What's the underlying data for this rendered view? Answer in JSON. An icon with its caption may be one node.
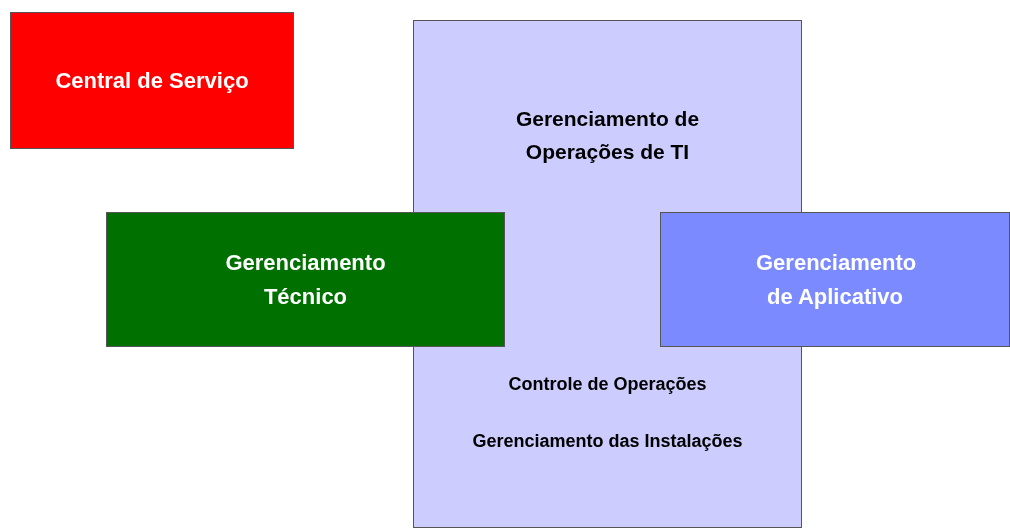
{
  "diagram": {
    "nodes": [
      {
        "text": [
          "Central de Serviço"
        ]
      },
      {
        "text": [
          "Gerenciamento de Operações de TI",
          "Controle de Operações",
          "Gerenciamento das Instalações"
        ]
      },
      {
        "text": [
          "Gerenciamento Técnico"
        ]
      },
      {
        "text": [
          "Gerenciamento de Aplicativo"
        ]
      }
    ]
  }
}
